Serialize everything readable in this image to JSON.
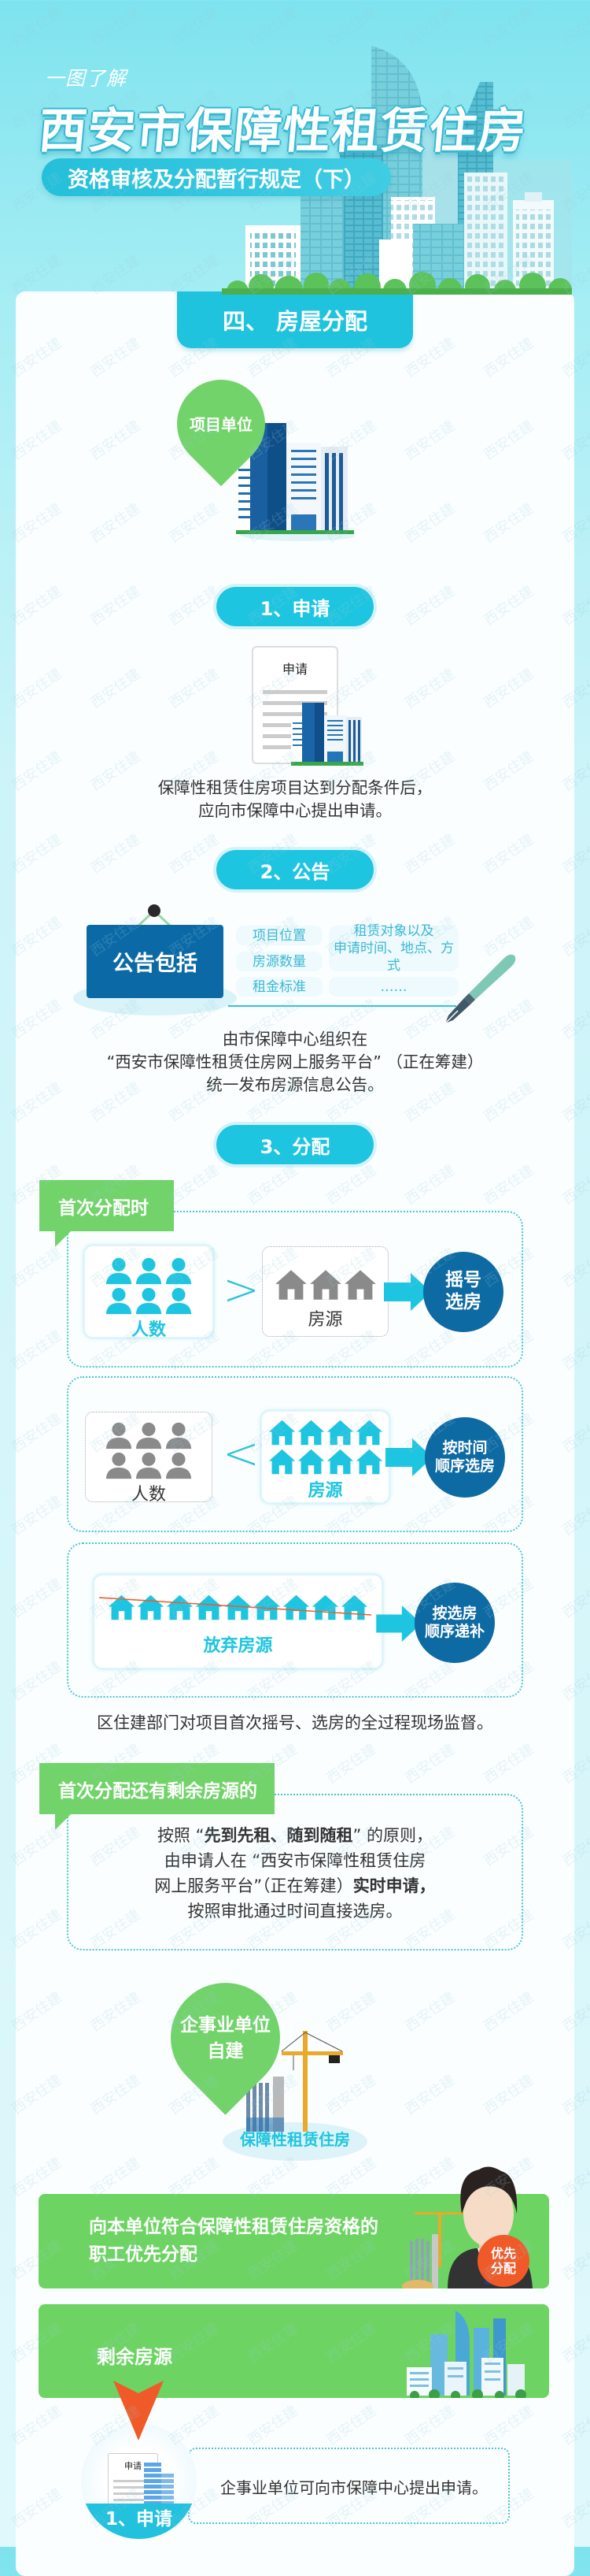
{
  "header": {
    "kicker": "一图了解",
    "title": "西安市保障性租赁住房",
    "subtitle": "资格审核及分配暂行规定（下）"
  },
  "watermark": "西安住建",
  "section": {
    "title": "四、 房屋分配"
  },
  "project_unit": {
    "label": "项目单位"
  },
  "apply": {
    "pill": "1、申请",
    "doc_title": "申请",
    "lines": [
      "保障性租赁住房项目达到分配条件后，",
      "应向市保障中心提出申请。"
    ]
  },
  "notice": {
    "pill": "2、公告",
    "board": "公告包括",
    "items": [
      "项目位置",
      "房源数量",
      "租金标准"
    ],
    "items_wide": [
      "租赁对象以及",
      "申请时间、地点、方式"
    ],
    "more": "……",
    "lines": [
      "由市保障中心组织在",
      "“西安市保障性租赁住房网上服务平台” （正在筹建）",
      "统一发布房源信息公告。"
    ]
  },
  "allocation": {
    "pill": "3、分配",
    "first_tag": "首次分配时",
    "cases": [
      {
        "people_label": "人数",
        "people_count": 6,
        "operator": ">",
        "houses_label": "房源",
        "house_count": 3,
        "result": [
          "摇号",
          "选房"
        ]
      },
      {
        "people_label": "人数",
        "people_count": 6,
        "operator": "<",
        "houses_label": "房源",
        "house_count": 8,
        "result": [
          "按时间",
          "顺序选房"
        ]
      },
      {
        "houses_label": "放弃房源",
        "house_count": 9,
        "crossed_out": true,
        "result": [
          "按选房",
          "顺序递补"
        ]
      }
    ],
    "supervision": "区住建部门对项目首次摇号、选房的全过程现场监督。",
    "remaining_tag": "首次分配还有剩余房源的",
    "remaining_lines": [
      [
        {
          "text": "按照 “"
        },
        {
          "text": "先到先租、随到随租",
          "bold": true
        },
        {
          "text": "” 的原则，"
        }
      ],
      [
        {
          "text": "由申请人在 “西安市保障性租赁住房"
        }
      ],
      [
        {
          "text": "网上服务平台”（正在筹建）"
        },
        {
          "text": "实时申请，",
          "bold": true
        }
      ],
      [
        {
          "text": "按照审批通过时间直接选房。"
        }
      ]
    ]
  },
  "self_built": {
    "pin": [
      "企事业单位",
      "自建"
    ],
    "housing_label": "保障性租赁住房",
    "priority_lines": [
      "向本单位符合保障性租赁住房资格的",
      "职工优先分配"
    ],
    "priority_badge": [
      "优先",
      "分配"
    ],
    "remaining_label": "剩余房源",
    "apply_doc_title": "申请",
    "apply_label": "1、申请",
    "apply_text": "企事业单位可向市保障中心提出申请。"
  },
  "colors": {
    "cyan": "#1ec5e0",
    "dark_blue": "#0d6aa3",
    "green": "#6dd463",
    "orange": "#f05a28",
    "gray_icon": "#8a8a8a",
    "text": "#333333"
  }
}
